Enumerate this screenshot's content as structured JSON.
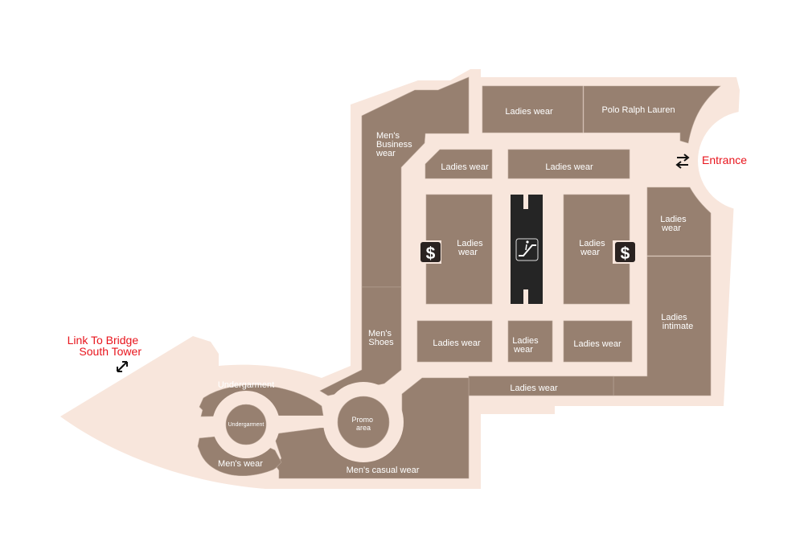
{
  "colors": {
    "floor": "#f8e6dc",
    "store": "#978070",
    "dark": "#252525",
    "accent": "#e8141c"
  },
  "stores": {
    "mens_business": [
      "Men's",
      "Business",
      "wear"
    ],
    "ladies_top_left": "Ladies wear",
    "polo": "Polo Ralph Lauren",
    "ladies_small": "Ladies wear",
    "ladies_wide": "Ladies wear",
    "ladies_block_left": [
      "Ladies",
      "wear"
    ],
    "ladies_block_right": [
      "Ladies",
      "wear"
    ],
    "ladies_right": [
      "Ladies",
      "wear"
    ],
    "ladies_intimate": [
      "Ladies",
      "intimate"
    ],
    "mens_shoes": [
      "Men's",
      "Shoes"
    ],
    "ladies_row_1": "Ladies wear",
    "ladies_row_2": [
      "Ladies",
      "wear"
    ],
    "ladies_row_3": "Ladies wear",
    "ladies_bottom": "Ladies wear",
    "undergarment_outer": "Undergarment",
    "undergarment_inner": "Undergarment",
    "promo": [
      "Promo",
      "area"
    ],
    "mens_wear": "Men's wear",
    "mens_casual": "Men's casual wear"
  },
  "markers": {
    "entrance": "Entrance",
    "link_bridge": [
      "Link To Bridge",
      "South Tower"
    ],
    "atm_icon": "dollar-icon",
    "escalator_icon": "escalator-icon",
    "entrance_icon": "two-way-arrow-icon"
  }
}
